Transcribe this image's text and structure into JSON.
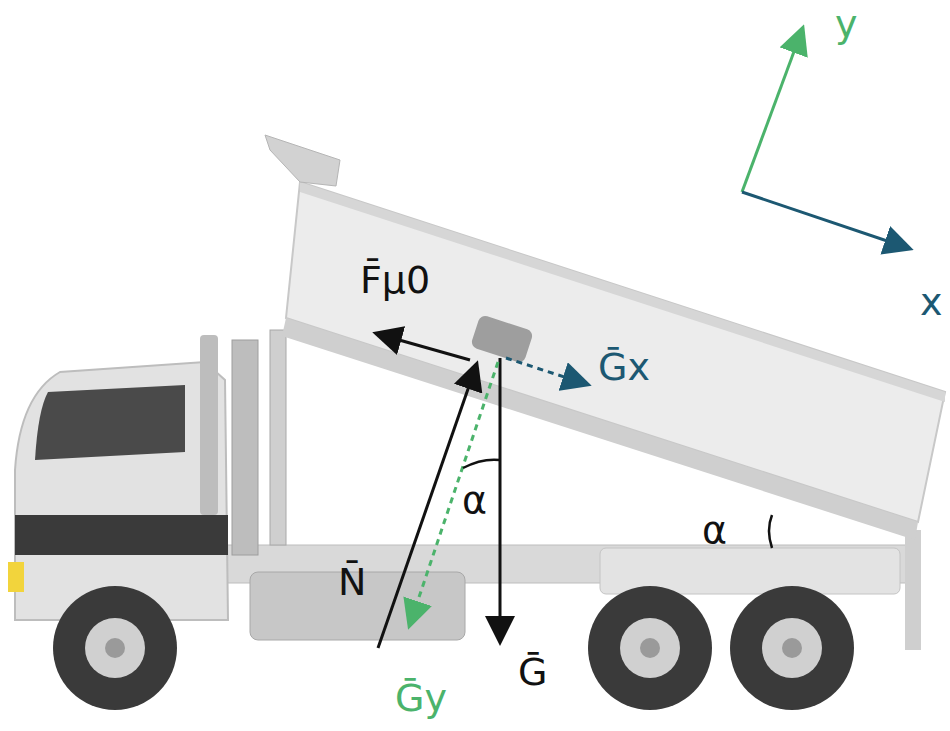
{
  "diagram": {
    "labels": [
      "y",
      "x",
      "F̄μ0",
      "Ḡx",
      "α",
      "N̄",
      "Ḡy",
      "Ḡ",
      "α"
    ]
  }
}
